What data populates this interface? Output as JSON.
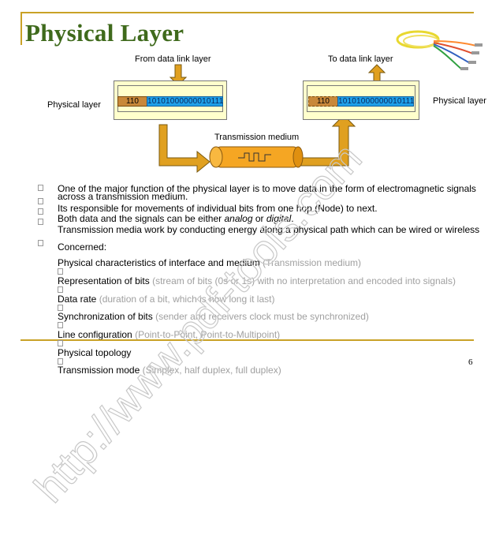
{
  "title": "Physical Layer",
  "diagram": {
    "from_label": "From data link layer",
    "to_label": "To data link layer",
    "left_layer_label": "Physical layer",
    "right_layer_label": "Physical layer",
    "header_bits": "110",
    "data_bits": "10101000000010111",
    "medium_label": "Transmission medium"
  },
  "bullets": [
    "One of the major function of the physical layer is to move data in the form of electromagnetic signals",
    "across a transmission medium.",
    "Its responsible for movements of individual bits from one hop (Node) to next.",
    "Both data and the signals can be either ",
    "analog",
    " or ",
    "digital",
    ".",
    "Transmission media work by conducting energy along a physical path which can be wired or wireless"
  ],
  "concerned_label": "Concerned:",
  "concerns": [
    {
      "term": "Physical characteristics of interface and medium",
      "note": "(Transmission medium)"
    },
    {
      "term": "Representation of bits",
      "note": "(stream of bits (0s or 1s) with no interpretation and encoded into signals)"
    },
    {
      "term": "Data rate",
      "note": "(duration of a bit, which is how long it last)"
    },
    {
      "term": "Synchronization of bits",
      "note": "(sender and receivers clock must be synchronized)"
    },
    {
      "term": "Line configuration",
      "note": "(Point-to-Point, Point-to-Multipoint)"
    },
    {
      "term": "Physical topology",
      "note": ""
    },
    {
      "term": "Transmission mode",
      "note": "(Simplex, half duplex, full duplex)"
    }
  ],
  "page_number": "6",
  "watermark": "http://www.pdf-tools.com",
  "colors": {
    "title": "#3f6a1c",
    "rule": "#c9a227",
    "box_fill": "#ffffcc",
    "arrow_fill": "#e0a020",
    "cable_fill": "#f5a623",
    "bits_blue": "#1ea0e8",
    "note_gray": "#a0a0a0"
  }
}
